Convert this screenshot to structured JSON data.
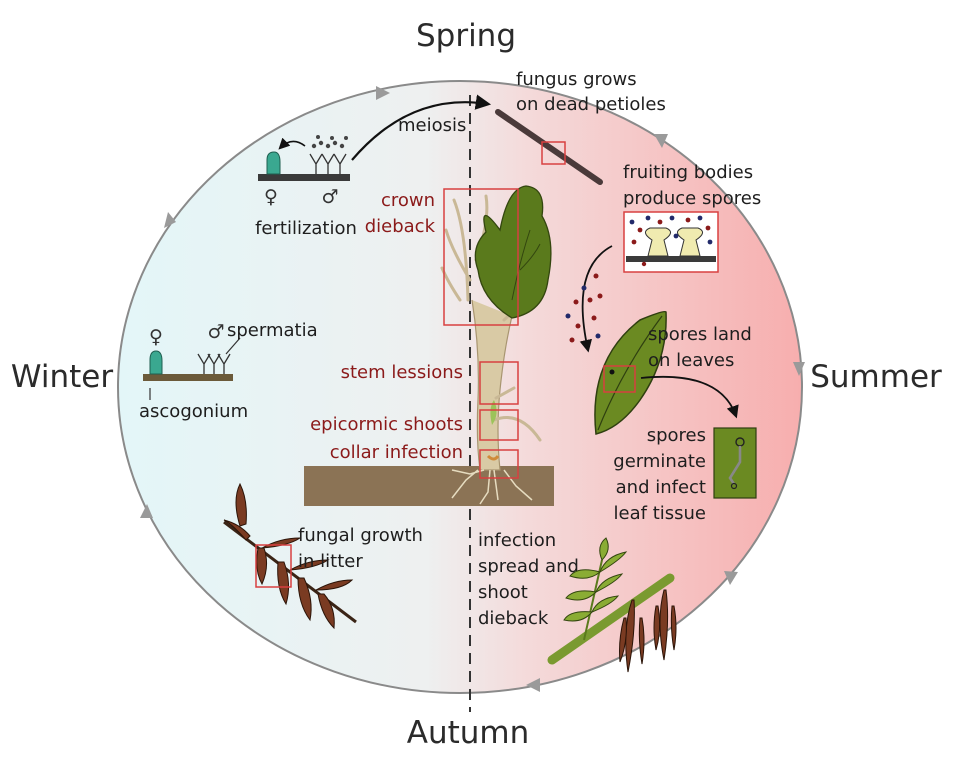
{
  "seasons": {
    "spring": "Spring",
    "summer": "Summer",
    "autumn": "Autumn",
    "winter": "Winter"
  },
  "labels": {
    "meiosis": "meiosis",
    "fungus_grows_1": "fungus grows",
    "fungus_grows_2": "on dead petioles",
    "fruiting_1": "fruiting bodies",
    "fruiting_2": "produce spores",
    "spores_land_1": "spores land",
    "spores_land_2": "on leaves",
    "germinate_1": "spores",
    "germinate_2": "germinate",
    "germinate_3": "and infect",
    "germinate_4": "leaf tissue",
    "infection_1": "infection",
    "infection_2": "spread and",
    "infection_3": "shoot",
    "infection_4": "dieback",
    "fungal_growth_1": "fungal growth",
    "fungal_growth_2": "in litter",
    "fertilization": "fertilization",
    "spermatia": "spermatia",
    "ascogonium": "ascogonium",
    "female_symbol": "♀",
    "male_symbol": "♂"
  },
  "symptoms": {
    "crown_1": "crown",
    "crown_2": "dieback",
    "stem_lesions": "stem lessions",
    "epicormic": "epicormic shoots",
    "collar": "collar infection"
  },
  "colors": {
    "winter_tint": "#e6f6f8",
    "summer_tint": "#f8b6b6",
    "symptom_red": "#8b1a1a",
    "box_red": "#d84040",
    "leaf_green": "#5a7a1c",
    "soil_brown": "#8b7355",
    "litter_brown": "#7a3b22"
  }
}
